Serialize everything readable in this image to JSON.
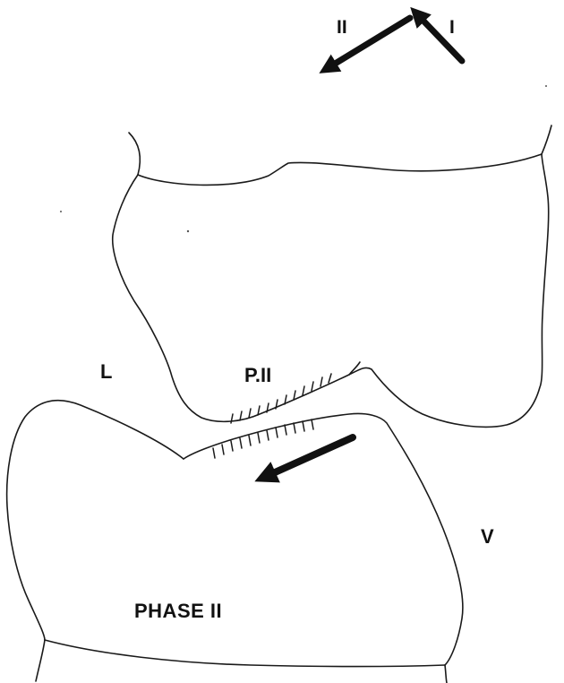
{
  "labels": {
    "arrow_two": "II",
    "arrow_one": "I",
    "lingual": "L",
    "contact": "P.II",
    "vestibular": "V",
    "phase": "PHASE II"
  },
  "colors": {
    "line": "#1a1a1a",
    "arrow": "#111111",
    "background": "#ffffff"
  }
}
